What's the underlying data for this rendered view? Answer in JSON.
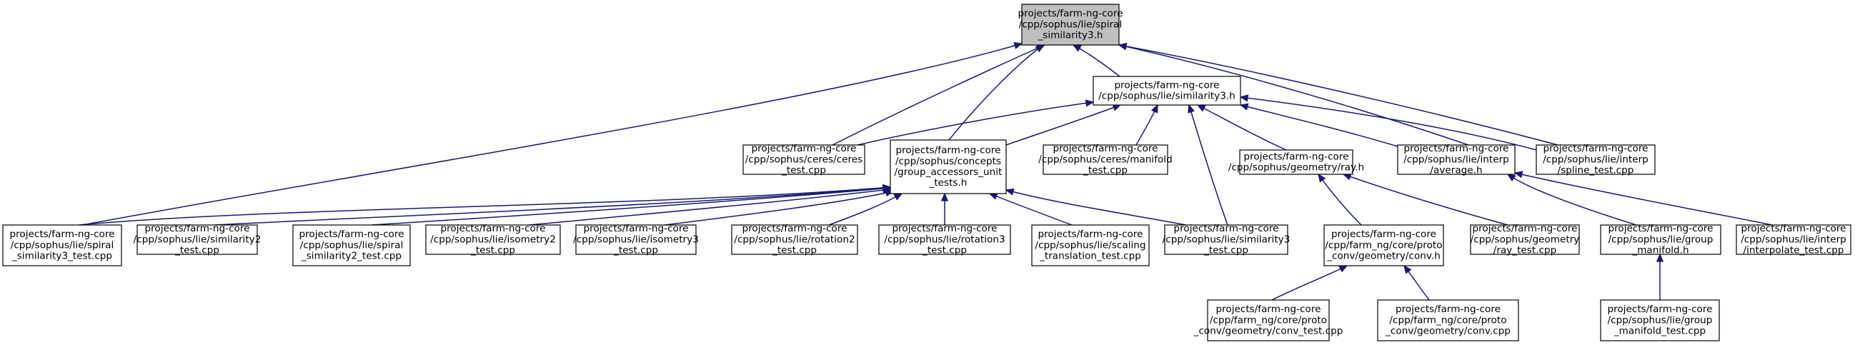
{
  "diagram": {
    "colors": {
      "edge": "#191970",
      "root_fill": "#bfbfbf",
      "node_fill": "#ffffff",
      "border": "#000000"
    },
    "nodes": [
      {
        "id": "root",
        "highlight": true,
        "lines": [
          "projects/farm-ng-core",
          "/cpp/sophus/lie/spiral",
          "_similarity3.h"
        ]
      },
      {
        "id": "sim3h",
        "lines": [
          "projects/farm-ng-core",
          "/cpp/sophus/lie/similarity3.h"
        ]
      },
      {
        "id": "ceres",
        "lines": [
          "projects/farm-ng-core",
          "/cpp/sophus/ceres/ceres",
          "_test.cpp"
        ]
      },
      {
        "id": "concepts",
        "lines": [
          "projects/farm-ng-core",
          "/cpp/sophus/concepts",
          "/group_accessors_unit",
          "_tests.h"
        ]
      },
      {
        "id": "manifold",
        "lines": [
          "projects/farm-ng-core",
          "/cpp/sophus/ceres/manifold",
          "_test.cpp"
        ]
      },
      {
        "id": "rayh",
        "lines": [
          "projects/farm-ng-core",
          "/cpp/sophus/geometry/ray.h"
        ]
      },
      {
        "id": "average",
        "lines": [
          "projects/farm-ng-core",
          "/cpp/sophus/lie/interp",
          "/average.h"
        ]
      },
      {
        "id": "spline",
        "lines": [
          "projects/farm-ng-core",
          "/cpp/sophus/lie/interp",
          "/spline_test.cpp"
        ]
      },
      {
        "id": "spiral3test",
        "lines": [
          "projects/farm-ng-core",
          "/cpp/sophus/lie/spiral",
          "_similarity3_test.cpp"
        ]
      },
      {
        "id": "sim2test",
        "lines": [
          "projects/farm-ng-core",
          "/cpp/sophus/lie/similarity2",
          "_test.cpp"
        ]
      },
      {
        "id": "spiral2test",
        "lines": [
          "projects/farm-ng-core",
          "/cpp/sophus/lie/spiral",
          "_similarity2_test.cpp"
        ]
      },
      {
        "id": "iso2test",
        "lines": [
          "projects/farm-ng-core",
          "/cpp/sophus/lie/isometry2",
          "_test.cpp"
        ]
      },
      {
        "id": "iso3test",
        "lines": [
          "projects/farm-ng-core",
          "/cpp/sophus/lie/isometry3",
          "_test.cpp"
        ]
      },
      {
        "id": "rot2test",
        "lines": [
          "projects/farm-ng-core",
          "/cpp/sophus/lie/rotation2",
          "_test.cpp"
        ]
      },
      {
        "id": "rot3test",
        "lines": [
          "projects/farm-ng-core",
          "/cpp/sophus/lie/rotation3",
          "_test.cpp"
        ]
      },
      {
        "id": "scaling",
        "lines": [
          "projects/farm-ng-core",
          "/cpp/sophus/lie/scaling",
          "_translation_test.cpp"
        ]
      },
      {
        "id": "sim3test",
        "lines": [
          "projects/farm-ng-core",
          "/cpp/sophus/lie/similarity3",
          "_test.cpp"
        ]
      },
      {
        "id": "convh",
        "lines": [
          "projects/farm-ng-core",
          "/cpp/farm_ng/core/proto",
          "_conv/geometry/conv.h"
        ]
      },
      {
        "id": "raytest",
        "lines": [
          "projects/farm-ng-core",
          "/cpp/sophus/geometry",
          "/ray_test.cpp"
        ]
      },
      {
        "id": "groupmanifold",
        "lines": [
          "projects/farm-ng-core",
          "/cpp/sophus/lie/group",
          "_manifold.h"
        ]
      },
      {
        "id": "interpolate",
        "lines": [
          "projects/farm-ng-core",
          "/cpp/sophus/lie/interp",
          "/interpolate_test.cpp"
        ]
      },
      {
        "id": "convtest",
        "lines": [
          "projects/farm-ng-core",
          "/cpp/farm_ng/core/proto",
          "_conv/geometry/conv_test.cpp"
        ]
      },
      {
        "id": "convcpp",
        "lines": [
          "projects/farm-ng-core",
          "/cpp/farm_ng/core/proto",
          "_conv/geometry/conv.cpp"
        ]
      },
      {
        "id": "gmtest",
        "lines": [
          "projects/farm-ng-core",
          "/cpp/sophus/lie/group",
          "_manifold_test.cpp"
        ]
      }
    ],
    "edges": [
      {
        "from": "sim3h",
        "to": "root"
      },
      {
        "from": "ceres",
        "to": "root"
      },
      {
        "from": "concepts",
        "to": "root"
      },
      {
        "from": "average",
        "to": "root"
      },
      {
        "from": "spline",
        "to": "root"
      },
      {
        "from": "spiral3test",
        "to": "root"
      },
      {
        "from": "ceres",
        "to": "sim3h"
      },
      {
        "from": "concepts",
        "to": "sim3h"
      },
      {
        "from": "manifold",
        "to": "sim3h"
      },
      {
        "from": "rayh",
        "to": "sim3h"
      },
      {
        "from": "average",
        "to": "sim3h"
      },
      {
        "from": "spline",
        "to": "sim3h"
      },
      {
        "from": "sim3test",
        "to": "sim3h"
      },
      {
        "from": "spiral3test",
        "to": "concepts"
      },
      {
        "from": "sim2test",
        "to": "concepts"
      },
      {
        "from": "spiral2test",
        "to": "concepts"
      },
      {
        "from": "iso2test",
        "to": "concepts"
      },
      {
        "from": "iso3test",
        "to": "concepts"
      },
      {
        "from": "rot2test",
        "to": "concepts"
      },
      {
        "from": "rot3test",
        "to": "concepts"
      },
      {
        "from": "scaling",
        "to": "concepts"
      },
      {
        "from": "sim3test",
        "to": "concepts"
      },
      {
        "from": "convh",
        "to": "rayh"
      },
      {
        "from": "raytest",
        "to": "rayh"
      },
      {
        "from": "groupmanifold",
        "to": "average"
      },
      {
        "from": "interpolate",
        "to": "average"
      },
      {
        "from": "convtest",
        "to": "convh"
      },
      {
        "from": "convcpp",
        "to": "convh"
      },
      {
        "from": "gmtest",
        "to": "groupmanifold"
      }
    ]
  }
}
